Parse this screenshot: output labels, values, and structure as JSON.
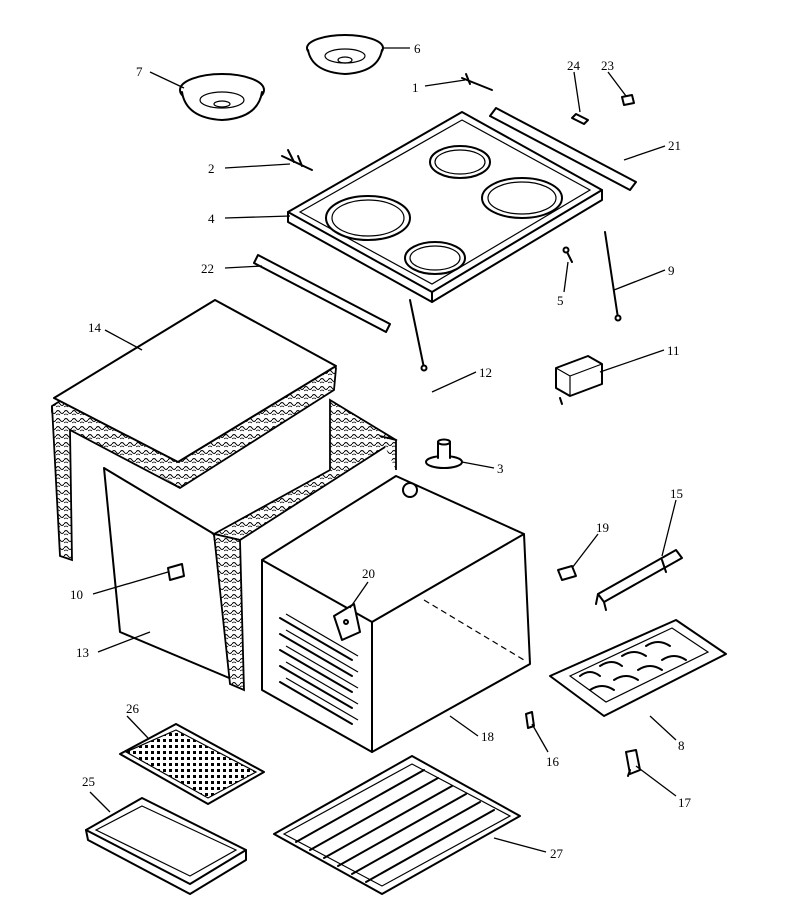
{
  "diagram": {
    "part_labels": [
      "1",
      "2",
      "3",
      "4",
      "5",
      "6",
      "7",
      "8",
      "9",
      "10",
      "11",
      "12",
      "13",
      "14",
      "15",
      "16",
      "17",
      "18",
      "19",
      "20",
      "21",
      "22",
      "23",
      "24",
      "25",
      "26",
      "27"
    ]
  }
}
